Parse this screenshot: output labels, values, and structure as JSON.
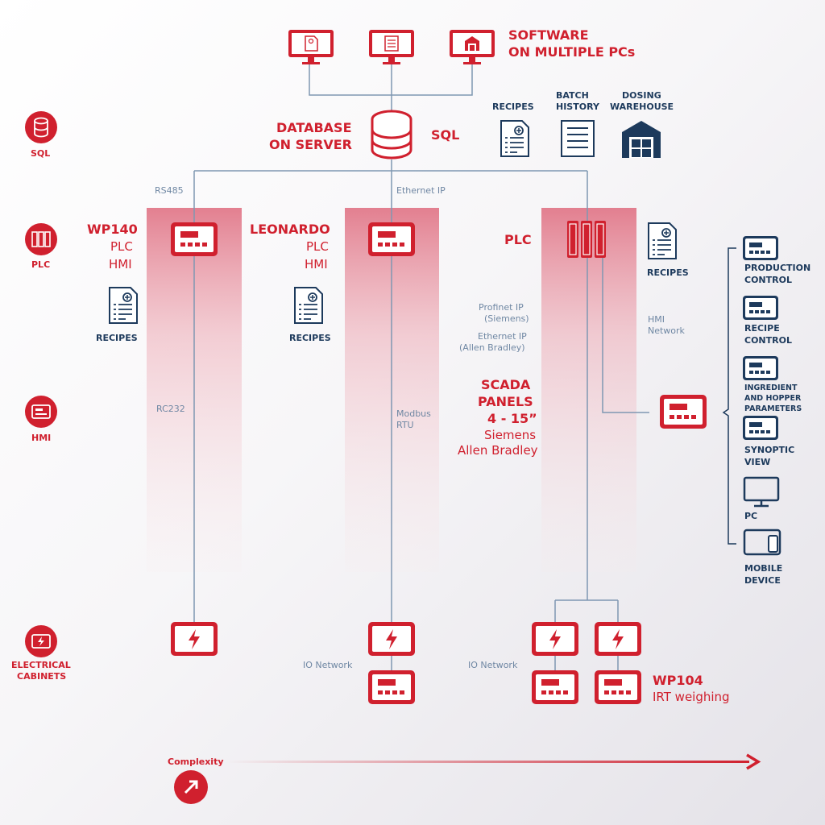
{
  "software": {
    "title_line1": "SOFTWARE",
    "title_line2": "ON MULTIPLE PCs"
  },
  "database": {
    "line1": "DATABASE",
    "line2": "ON SERVER",
    "sql": "SQL"
  },
  "top_icons": {
    "recipes": "RECIPES",
    "batch_line1": "BATCH",
    "batch_line2": "HISTORY",
    "dosing_line1": "DOSING",
    "dosing_line2": "WAREHOUSE"
  },
  "sidebar": {
    "sql": "SQL",
    "plc": "PLC",
    "hmi": "HMI",
    "cab_line1": "ELECTRICAL",
    "cab_line2": "CABINETS"
  },
  "col1": {
    "name": "WP140",
    "plc": "PLC",
    "hmi": "HMI",
    "recipes": "RECIPES",
    "link_top": "RS485",
    "link_mid": "RC232"
  },
  "col2": {
    "name": "LEONARDO",
    "plc": "PLC",
    "hmi": "HMI",
    "recipes": "RECIPES",
    "link_top": "Ethernet IP",
    "modbus1": "Modbus",
    "modbus2": "RTU",
    "io": "IO Network"
  },
  "col3": {
    "plc": "PLC",
    "recipes": "RECIPES",
    "profinet1": "Profinet IP",
    "profinet2": "(Siemens)",
    "ethernet1": "Ethernet IP",
    "ethernet2": "(Allen Bradley)",
    "hmi_net1": "HMI",
    "hmi_net2": "Network",
    "scada1": "SCADA",
    "scada2": "PANELS",
    "scada3": "4 - 15”",
    "scada4": "Siemens",
    "scada5": "Allen Bradley",
    "io": "IO Network",
    "wp104": "WP104",
    "irt": "IRT weighing"
  },
  "right_list": {
    "production1": "PRODUCTION",
    "production2": "CONTROL",
    "recipe1": "RECIPE",
    "recipe2": "CONTROL",
    "ingredient1": "INGREDIENT",
    "ingredient2": "AND HOPPER",
    "ingredient3": "PARAMETERS",
    "synoptic1": "SYNOPTIC",
    "synoptic2": "VIEW",
    "pc": "PC",
    "mobile1": "MOBILE",
    "mobile2": "DEVICE"
  },
  "complexity": {
    "label": "Complexity"
  },
  "colors": {
    "red": "#d0202e",
    "navy": "#1d3a5c",
    "gray": "#6f87a3",
    "line": "#7f97b2"
  }
}
